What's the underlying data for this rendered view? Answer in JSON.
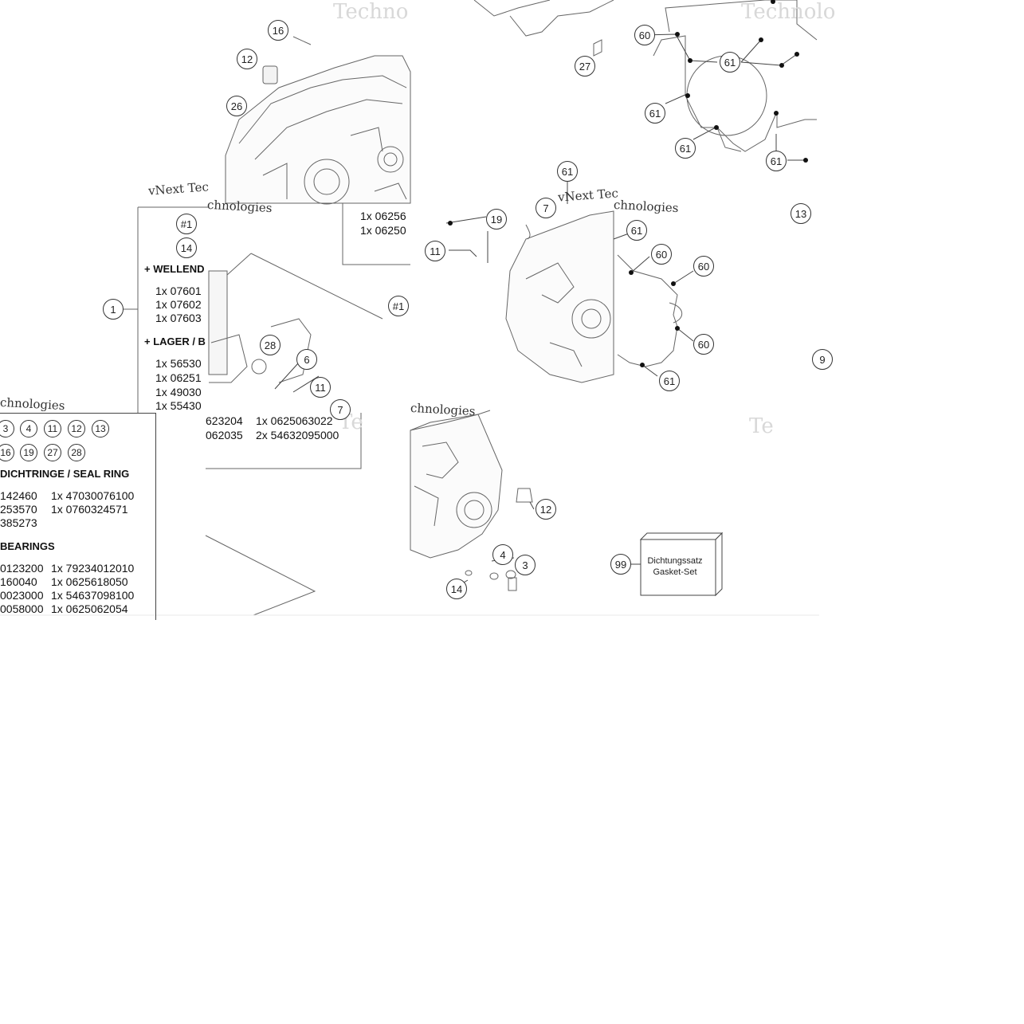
{
  "watermarks": {
    "brand_a": "Techno",
    "brand_b": "Technolo",
    "brand_c": "vNext Technologies",
    "brand_d": "vNext Tec",
    "brand_e": "chnologies",
    "brand_f": "Te"
  },
  "callouts": {
    "c16": "16",
    "c12": "12",
    "c26": "26",
    "c27": "27",
    "c60": "60",
    "c61": "61",
    "c1": "1",
    "c28": "28",
    "c6": "6",
    "c11": "11",
    "c19": "19",
    "c13": "13",
    "c3": "3",
    "c4": "4",
    "c14": "14",
    "c99": "99",
    "c7": "7",
    "c9": "9",
    "h1": "#1"
  },
  "kit_list": {
    "header_wellend": "+ WELLEND",
    "wellend_items": [
      "1x 07601",
      "1x 07602",
      "1x 07603"
    ],
    "header_lager": "+ LAGER / B",
    "lager_items": [
      "1x 56530",
      "1x 06251",
      "1x 49030",
      "1x 55430"
    ],
    "top_partial": [
      "1x 06256",
      "1x 06250"
    ]
  },
  "lower_list": {
    "callout_row1": [
      "3",
      "4",
      "11",
      "12",
      "13"
    ],
    "callout_row2": [
      "16",
      "19",
      "27",
      "28"
    ],
    "header_seal": "DICHTRINGE / SEAL RING",
    "seal_col1": [
      "142460",
      "253570",
      "385273"
    ],
    "seal_col2": [
      "1x 47030076100",
      "1x 0760324571"
    ],
    "header_bearings": "BEARINGS",
    "bearings_col1": [
      "0123200",
      "160040",
      "0023000",
      "0058000"
    ],
    "bearings_col2": [
      "1x 79234012010",
      "1x 0625618050",
      "1x 54637098100",
      "1x 0625062054"
    ]
  },
  "mid_list": {
    "row1_a": "623204",
    "row1_b": "1x 0625063022",
    "row2_a": "062035",
    "row2_b": "2x 54632095000"
  },
  "gasket_set": {
    "line1": "Dichtungssatz",
    "line2": "Gasket-Set"
  }
}
